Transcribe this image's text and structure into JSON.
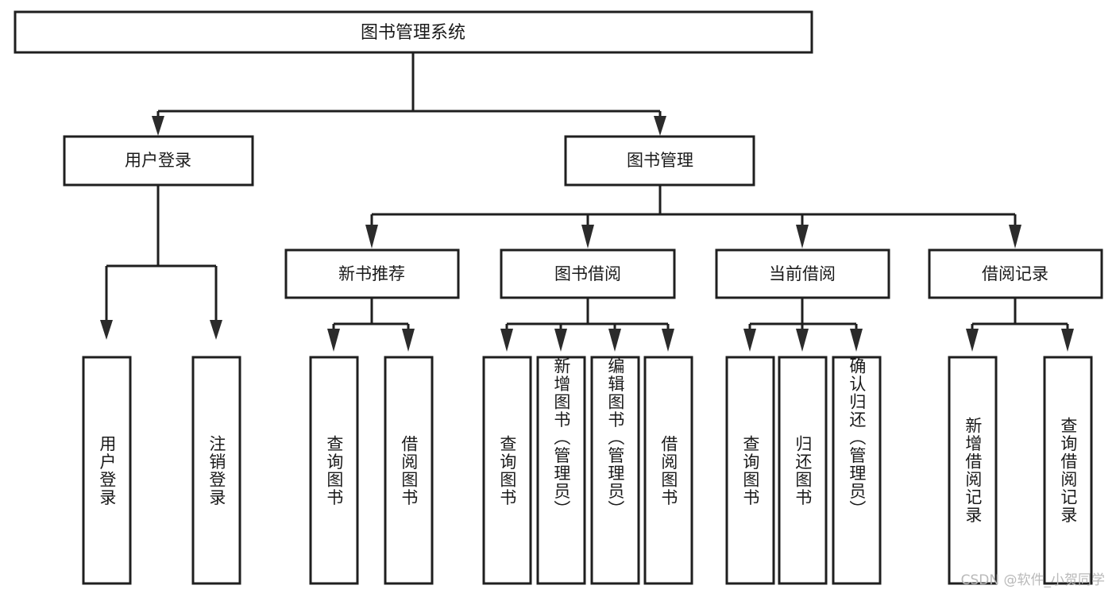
{
  "diagram": {
    "type": "tree",
    "title": "图书管理系统",
    "root": {
      "label": "图书管理系统"
    },
    "level2": [
      {
        "label": "用户登录"
      },
      {
        "label": "图书管理"
      }
    ],
    "level3": [
      {
        "label": "新书推荐",
        "parent": "图书管理"
      },
      {
        "label": "图书借阅",
        "parent": "图书管理"
      },
      {
        "label": "当前借阅",
        "parent": "图书管理"
      },
      {
        "label": "借阅记录",
        "parent": "图书管理"
      }
    ],
    "leaves": {
      "user_login": [
        {
          "label": "用户登录"
        },
        {
          "label": "注销登录"
        }
      ],
      "new_book_recommend": [
        {
          "label": "查询图书"
        },
        {
          "label": "借阅图书"
        }
      ],
      "book_borrow": [
        {
          "label": "查询图书"
        },
        {
          "label": "新增图书（管理员）"
        },
        {
          "label": "编辑图书（管理员）"
        },
        {
          "label": "借阅图书"
        }
      ],
      "current_borrow": [
        {
          "label": "查询图书"
        },
        {
          "label": "归还图书"
        },
        {
          "label": "确认归还（管理员）"
        }
      ],
      "borrow_record": [
        {
          "label": "新增借阅记录"
        },
        {
          "label": "查询借阅记录"
        }
      ]
    }
  },
  "watermark": {
    "text": "CSDN @软件_小贺同学"
  },
  "colors": {
    "stroke": "#1f1f1f",
    "fill": "#ffffff",
    "text": "#1a1a1a",
    "watermark": "#b9b9b9"
  }
}
